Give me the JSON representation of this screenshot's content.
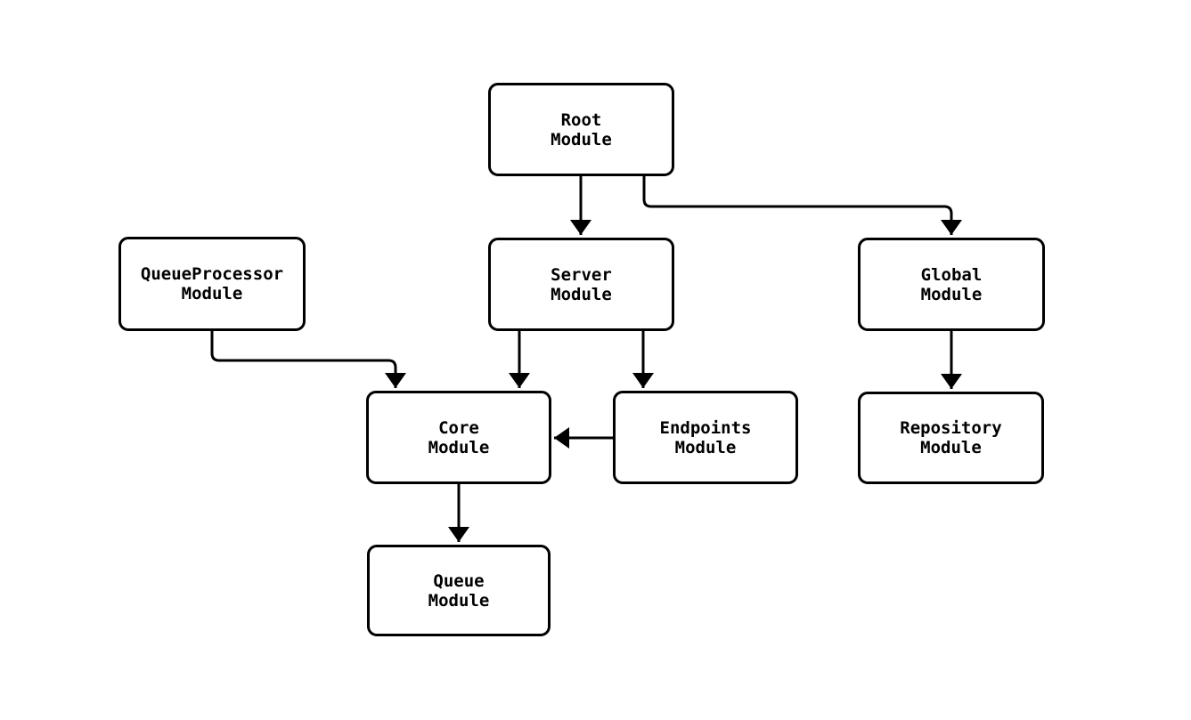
{
  "diagram": {
    "background_color": "#ffffff",
    "stroke_color": "#000000",
    "text_color": "#000000",
    "nodes": [
      {
        "id": "root",
        "line1": "Root",
        "line2": "Module"
      },
      {
        "id": "queueprocessor",
        "line1": "QueueProcessor",
        "line2": "Module"
      },
      {
        "id": "server",
        "line1": "Server",
        "line2": "Module"
      },
      {
        "id": "global",
        "line1": "Global",
        "line2": "Module"
      },
      {
        "id": "core",
        "line1": "Core",
        "line2": "Module"
      },
      {
        "id": "endpoints",
        "line1": "Endpoints",
        "line2": "Module"
      },
      {
        "id": "repository",
        "line1": "Repository",
        "line2": "Module"
      },
      {
        "id": "queue",
        "line1": "Queue",
        "line2": "Module"
      }
    ],
    "edges": [
      {
        "from": "root",
        "to": "server"
      },
      {
        "from": "root",
        "to": "global"
      },
      {
        "from": "queueprocessor",
        "to": "core"
      },
      {
        "from": "server",
        "to": "core"
      },
      {
        "from": "server",
        "to": "endpoints"
      },
      {
        "from": "endpoints",
        "to": "core"
      },
      {
        "from": "core",
        "to": "queue"
      },
      {
        "from": "global",
        "to": "repository"
      }
    ]
  }
}
